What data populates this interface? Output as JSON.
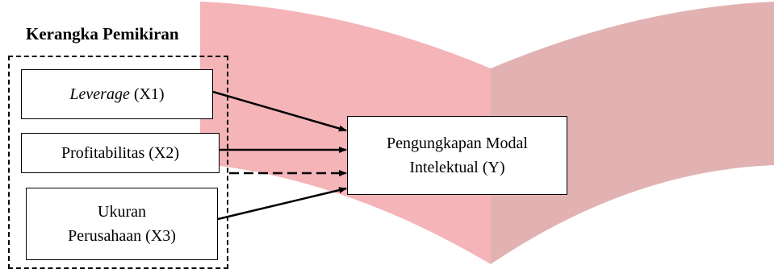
{
  "title": "Kerangka Pemikiran",
  "nodes": {
    "x1": {
      "name_italic": "Leverage",
      "code": " (X1)"
    },
    "x2": {
      "label": "Profitabilitas (X2)"
    },
    "x3": {
      "line1": "Ukuran",
      "line2": "Perusahaan (X3)"
    },
    "y": {
      "line1": "Pengungkapan Modal",
      "line2": "Intelektual (Y)"
    }
  },
  "edges": [
    {
      "from": "x1",
      "to": "y",
      "style": "solid"
    },
    {
      "from": "x2",
      "to": "y",
      "style": "solid"
    },
    {
      "from": "group",
      "to": "y",
      "style": "dashed"
    },
    {
      "from": "x3",
      "to": "y",
      "style": "solid"
    }
  ],
  "colors": {
    "watermark_left": "#f4b4b8",
    "watermark_right": "#e2b2b3",
    "stroke": "#000000"
  }
}
